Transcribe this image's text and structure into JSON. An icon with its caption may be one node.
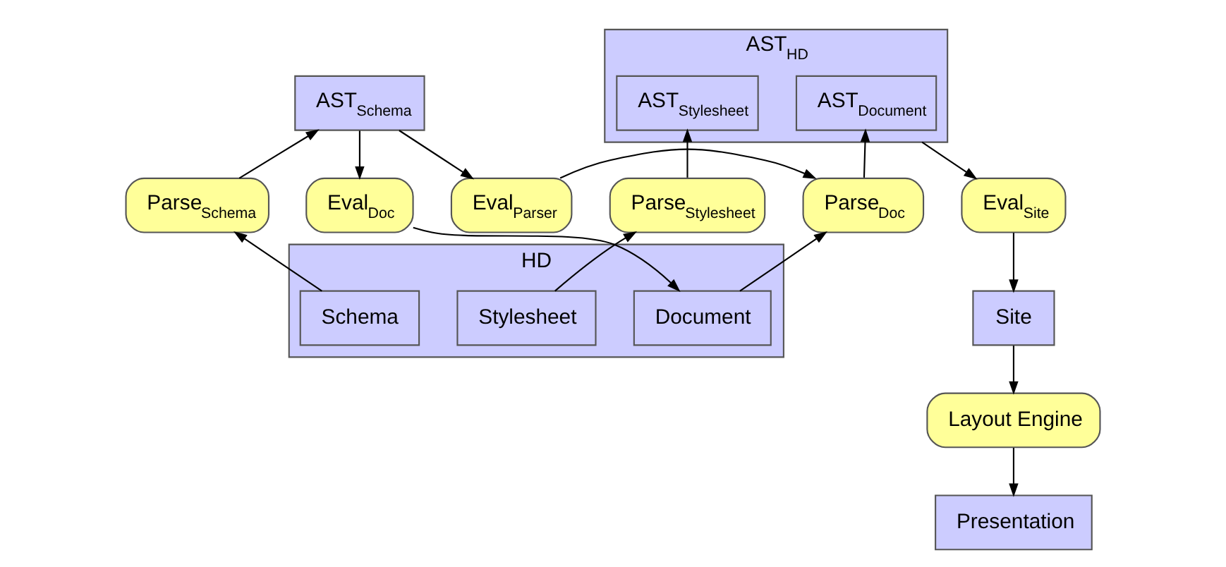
{
  "diagram": {
    "nodes": [
      {
        "text": [
          "AST$_{Schema}$"
        ]
      },
      {
        "text": [
          "AST$_{HD}$"
        ]
      },
      {
        "text": [
          "AST$_{Document}$"
        ],
        "in": 1
      },
      {
        "text": [
          "AST$_{Stylesheet}$"
        ],
        "in": 1
      },
      {
        "text": [
          "Parse$_{Schema}$"
        ]
      },
      {
        "text": [
          "Eval$_{Doc}$"
        ]
      },
      {
        "text": [
          "Eval$_{Parser}$"
        ]
      },
      {
        "text": [
          "Parse$_{Doc}$"
        ]
      },
      {
        "text": [
          "Parse$_{Stylesheet}$"
        ]
      },
      {
        "text": [
          "Eval$_{Site}$"
        ]
      },
      {
        "text": [
          "HD"
        ]
      },
      {
        "text": [
          "Schema"
        ],
        "in": 10
      },
      {
        "text": [
          "Document"
        ],
        "in": 10
      },
      {
        "text": [
          "Stylesheet"
        ],
        "in": 10
      },
      {
        "text": [
          "Site"
        ]
      },
      {
        "text": [
          "Layout Engine"
        ]
      },
      {
        "text": [
          "Presentation"
        ]
      }
    ],
    "edges": [
      {
        "from": 4,
        "to": 0,
        "arrow": "to"
      },
      {
        "from": 0,
        "to": 5,
        "arrow": "to"
      },
      {
        "from": 0,
        "to": 6,
        "arrow": "to"
      },
      {
        "from": 6,
        "to": 7,
        "arrow": "to"
      },
      {
        "from": 7,
        "to": 2,
        "arrow": "to"
      },
      {
        "from": 8,
        "to": 3,
        "arrow": "to"
      },
      {
        "from": 1,
        "to": 9,
        "arrow": "to"
      },
      {
        "from": 11,
        "to": 4,
        "arrow": "to"
      },
      {
        "from": 5,
        "to": 12,
        "arrow": "to"
      },
      {
        "from": 12,
        "to": 7,
        "arrow": "to"
      },
      {
        "from": 13,
        "to": 8,
        "arrow": "to"
      },
      {
        "from": 9,
        "to": 14,
        "arrow": "to"
      },
      {
        "from": 14,
        "to": 15,
        "arrow": "to"
      },
      {
        "from": 15,
        "to": 16,
        "arrow": "to"
      }
    ]
  }
}
